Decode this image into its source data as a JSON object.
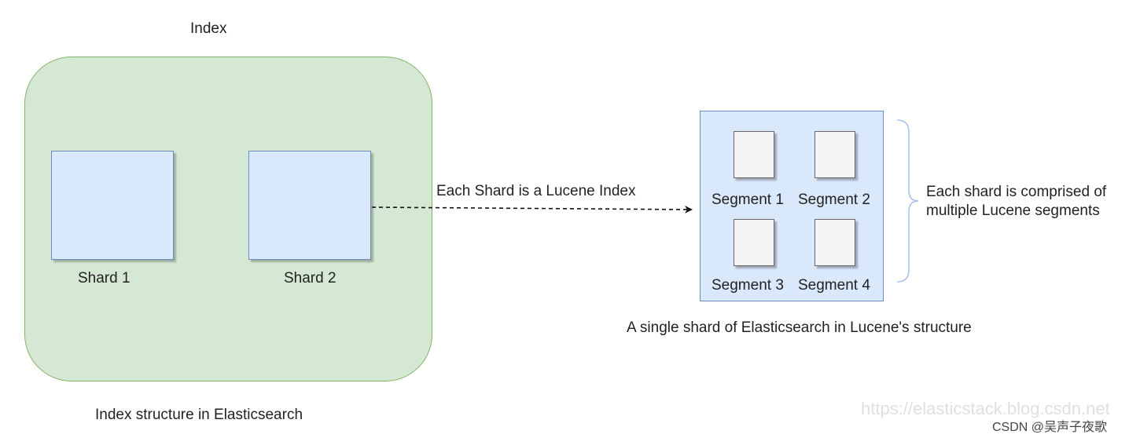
{
  "index": {
    "title": "Index",
    "caption": "Index structure in Elasticsearch",
    "shards": [
      {
        "label": "Shard 1"
      },
      {
        "label": "Shard 2"
      }
    ]
  },
  "arrow": {
    "label": "Each Shard is a Lucene Index"
  },
  "lucene_shard": {
    "segments": [
      {
        "label": "Segment 1"
      },
      {
        "label": "Segment 2"
      },
      {
        "label": "Segment 3"
      },
      {
        "label": "Segment 4"
      }
    ],
    "brace_note": "Each shard is comprised of\nmultiple Lucene segments",
    "caption": "A single shard of Elasticsearch in Lucene's structure"
  },
  "watermark": {
    "url": "https://elasticstack.blog.csdn.net",
    "author": "CSDN @吴声子夜歌"
  },
  "colors": {
    "index_fill": "#d5e8d4",
    "index_stroke": "#82b366",
    "shard_fill": "#dae8fc",
    "shard_stroke": "#6c8ebf",
    "segment_fill": "#f5f5f5",
    "brace_color": "#a9c4eb"
  }
}
